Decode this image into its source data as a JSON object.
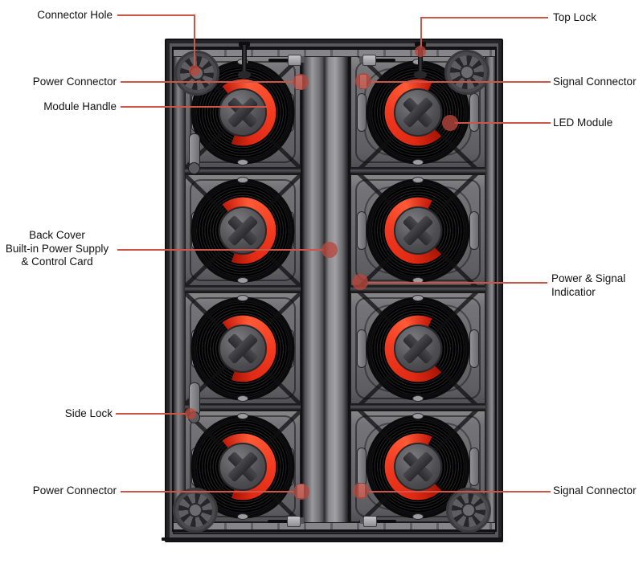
{
  "panel": {
    "rows": 4,
    "columns": 2
  },
  "colors": {
    "leader_line": "#cd5548",
    "indicator_dot": "#b8473c",
    "handle_red": "#e8311d",
    "panel_gray": "#6f6f72",
    "fan_black": "#0b0b0c",
    "frame_dark": "#2a2a2c"
  },
  "callouts": {
    "connector_hole": {
      "label": "Connector Hole"
    },
    "top_lock": {
      "label": "Top Lock"
    },
    "power_connector_top": {
      "label": "Power Connector"
    },
    "module_handle": {
      "label": "Module Handle"
    },
    "signal_connector_top": {
      "label": "Signal Connector"
    },
    "led_module": {
      "label": "LED Module"
    },
    "back_cover": {
      "line1": "Back Cover",
      "line2": "Built-in Power Supply",
      "line3": "& Control Card"
    },
    "power_signal_indication": {
      "line1": "Power & Signal",
      "line2": "Indicatior"
    },
    "side_lock": {
      "label": "Side Lock"
    },
    "power_connector_bottom": {
      "label": "Power Connector"
    },
    "signal_connector_bottom": {
      "label": "Signal Connector"
    }
  }
}
